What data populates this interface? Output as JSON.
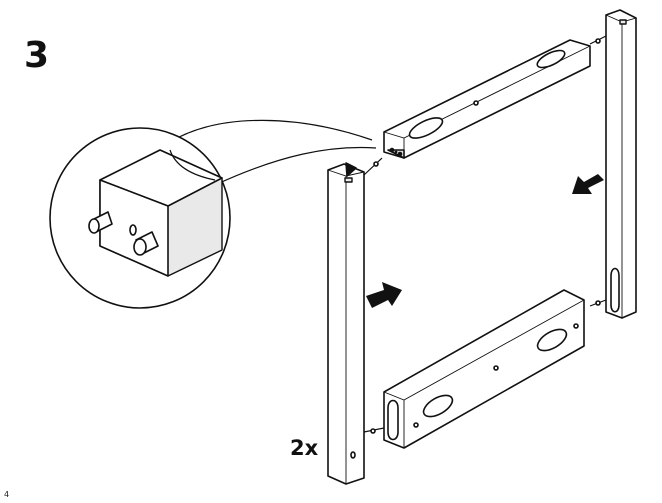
{
  "instruction": {
    "step_number": "3",
    "quantity_label": "2x",
    "page_marker": "4"
  },
  "icons": {
    "detail_zoom": "magnifier-callout",
    "arrow_left": "push-arrow-right",
    "arrow_right": "push-arrow-left"
  }
}
